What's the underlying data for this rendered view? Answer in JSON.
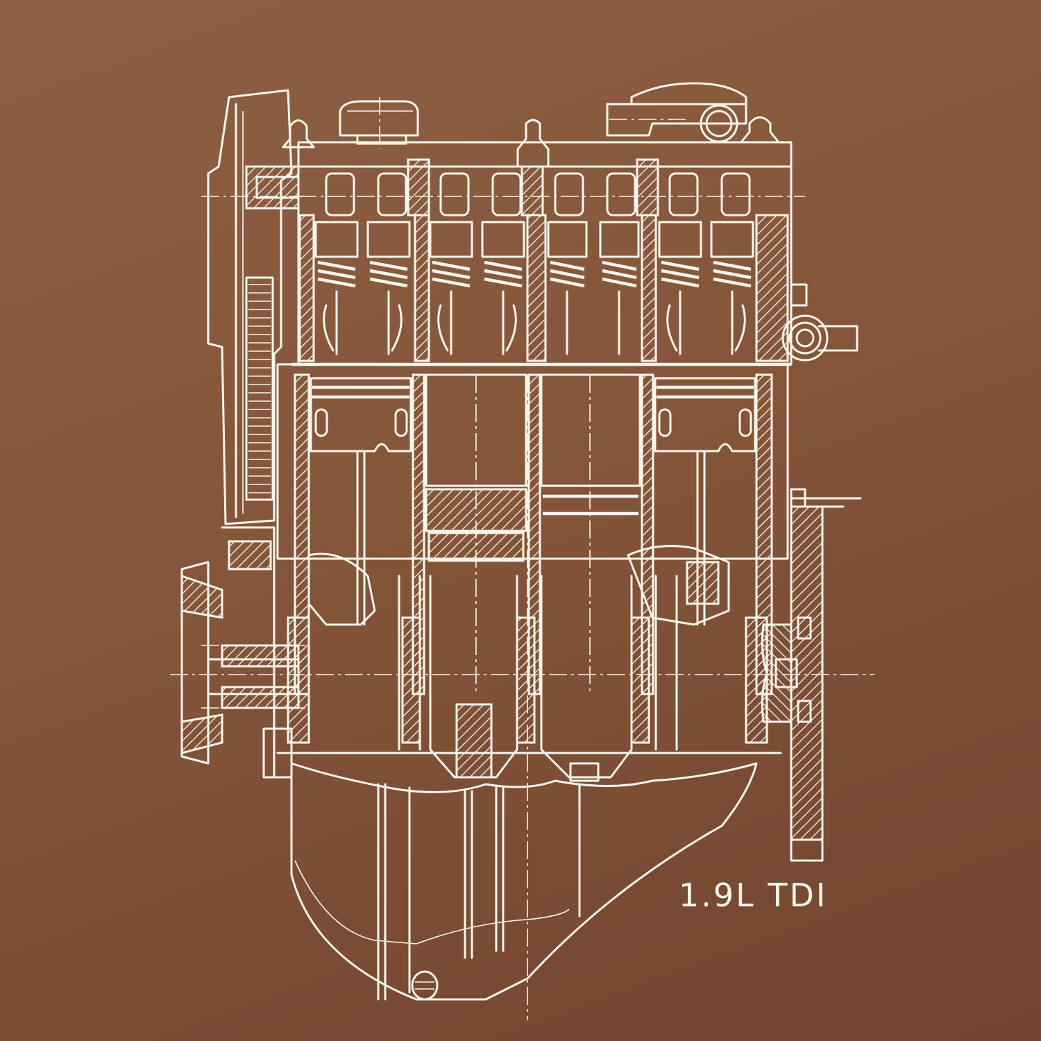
{
  "poster": {
    "subject": "Engine cross-section blueprint (inline 4-cylinder)",
    "label": "1.9L TDI",
    "colors": {
      "background_top": "#8d5f44",
      "background_bottom": "#744630",
      "line_color": "#fbf6ec"
    }
  },
  "drawing": {
    "cylinders": 4,
    "components": [
      "valve-cover-cap",
      "breather-housing",
      "camshaft",
      "valve-springs",
      "cylinder-head",
      "pistons",
      "connecting-rods",
      "crankshaft",
      "timing-belt-gear",
      "crank-pulley",
      "flywheel",
      "oil-pan",
      "drain-plug",
      "coolant-outlet"
    ]
  }
}
